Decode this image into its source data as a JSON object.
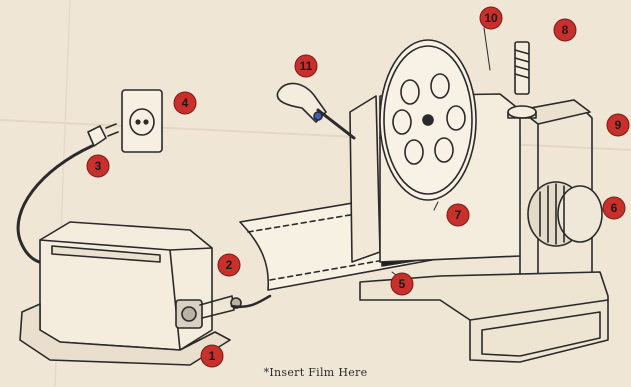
{
  "callouts": [
    {
      "id": 1,
      "label": "1",
      "color": "#c9302c"
    },
    {
      "id": 2,
      "label": "2",
      "color": "#c9302c"
    },
    {
      "id": 3,
      "label": "3",
      "color": "#c9302c"
    },
    {
      "id": 4,
      "label": "4",
      "color": "#c9302c"
    },
    {
      "id": 5,
      "label": "5",
      "color": "#c9302c"
    },
    {
      "id": 6,
      "label": "6",
      "color": "#c9302c"
    },
    {
      "id": 7,
      "label": "7",
      "color": "#c9302c"
    },
    {
      "id": 8,
      "label": "8",
      "color": "#c9302c"
    },
    {
      "id": 9,
      "label": "9",
      "color": "#c9302c"
    },
    {
      "id": 10,
      "label": "10",
      "color": "#c9302c"
    },
    {
      "id": 11,
      "label": "11",
      "color": "#c9302c"
    }
  ],
  "caption": "*Insert Film Here",
  "colors": {
    "paper": "#efe6d6",
    "ink": "#2a2a2a",
    "callout": "#c9302c",
    "film_dark": "#1d1d1d"
  }
}
